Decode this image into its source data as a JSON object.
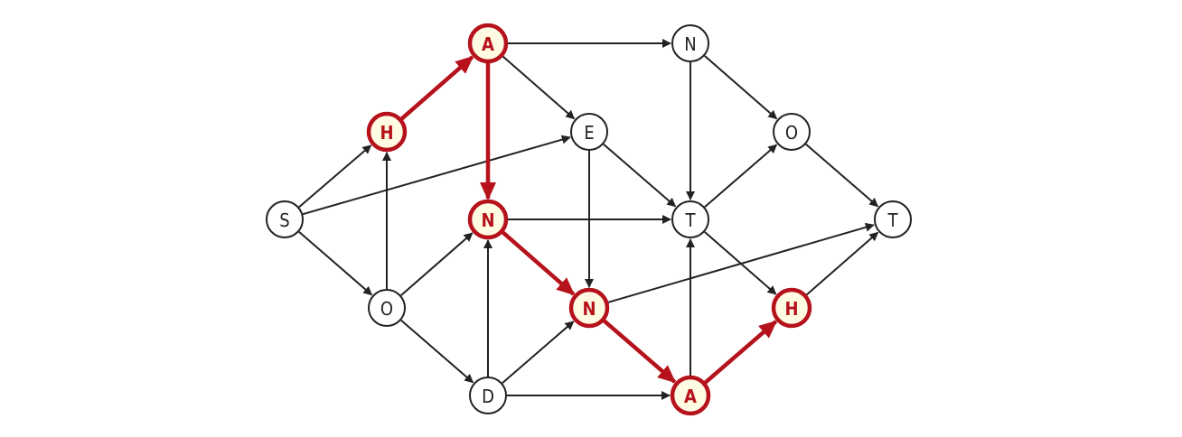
{
  "colors": {
    "highlight": "#b5121b",
    "normal": "#222222",
    "highlight_fill": "#fffbe3",
    "normal_fill": "#ffffff"
  },
  "nodes": [
    {
      "id": "s",
      "label": "S",
      "highlight": false
    },
    {
      "id": "h1",
      "label": "H",
      "highlight": true
    },
    {
      "id": "o1",
      "label": "O",
      "highlight": false
    },
    {
      "id": "a1",
      "label": "A",
      "highlight": true
    },
    {
      "id": "n1",
      "label": "N",
      "highlight": true
    },
    {
      "id": "d",
      "label": "D",
      "highlight": false
    },
    {
      "id": "e",
      "label": "E",
      "highlight": false
    },
    {
      "id": "n2",
      "label": "N",
      "highlight": true
    },
    {
      "id": "n3",
      "label": "N",
      "highlight": false
    },
    {
      "id": "t1",
      "label": "T",
      "highlight": false
    },
    {
      "id": "a2",
      "label": "A",
      "highlight": true
    },
    {
      "id": "o2",
      "label": "O",
      "highlight": false
    },
    {
      "id": "h2",
      "label": "H",
      "highlight": true
    },
    {
      "id": "t2",
      "label": "T",
      "highlight": false
    }
  ],
  "edges": [
    {
      "from": "s",
      "to": "h1",
      "highlight": false
    },
    {
      "from": "s",
      "to": "e",
      "highlight": false
    },
    {
      "from": "s",
      "to": "o1",
      "highlight": false
    },
    {
      "from": "h1",
      "to": "a1",
      "highlight": true
    },
    {
      "from": "o1",
      "to": "h1",
      "highlight": false
    },
    {
      "from": "o1",
      "to": "n1",
      "highlight": false
    },
    {
      "from": "o1",
      "to": "d",
      "highlight": false
    },
    {
      "from": "a1",
      "to": "n3",
      "highlight": false
    },
    {
      "from": "a1",
      "to": "e",
      "highlight": false
    },
    {
      "from": "a1",
      "to": "n1",
      "highlight": true
    },
    {
      "from": "n1",
      "to": "t1",
      "highlight": false
    },
    {
      "from": "n1",
      "to": "n2",
      "highlight": true
    },
    {
      "from": "d",
      "to": "n1",
      "highlight": false
    },
    {
      "from": "d",
      "to": "n2",
      "highlight": false
    },
    {
      "from": "d",
      "to": "a2",
      "highlight": false
    },
    {
      "from": "e",
      "to": "t1",
      "highlight": false
    },
    {
      "from": "e",
      "to": "n2",
      "highlight": false
    },
    {
      "from": "n2",
      "to": "t2",
      "highlight": false
    },
    {
      "from": "n2",
      "to": "a2",
      "highlight": true
    },
    {
      "from": "n3",
      "to": "t1",
      "highlight": false
    },
    {
      "from": "n3",
      "to": "o2",
      "highlight": false
    },
    {
      "from": "t1",
      "to": "o2",
      "highlight": false
    },
    {
      "from": "t1",
      "to": "h2",
      "highlight": false
    },
    {
      "from": "a2",
      "to": "t1",
      "highlight": false
    },
    {
      "from": "a2",
      "to": "h2",
      "highlight": true
    },
    {
      "from": "o2",
      "to": "t2",
      "highlight": false
    },
    {
      "from": "h2",
      "to": "t2",
      "highlight": false
    }
  ]
}
